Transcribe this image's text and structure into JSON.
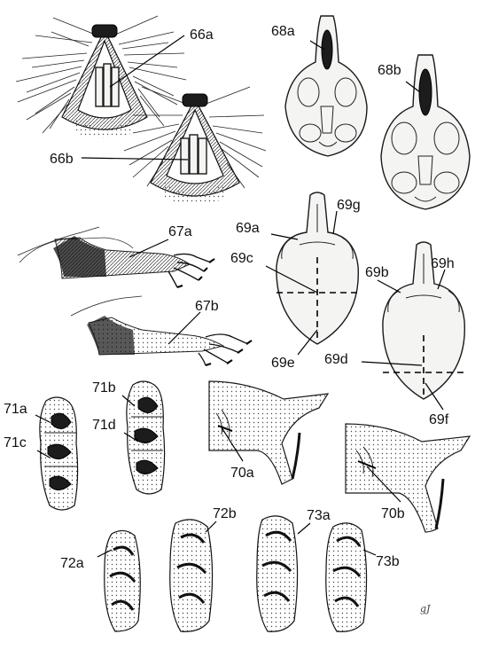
{
  "figure": {
    "labels": {
      "66a": "66a",
      "66b": "66b",
      "67a": "67a",
      "67b": "67b",
      "68a": "68a",
      "68b": "68b",
      "69a": "69a",
      "69b": "69b",
      "69c": "69c",
      "69d": "69d",
      "69e": "69e",
      "69f": "69f",
      "69g": "69g",
      "69h": "69h",
      "70a": "70a",
      "70b": "70b",
      "71a": "71a",
      "71b": "71b",
      "71c": "71c",
      "71d": "71d",
      "72a": "72a",
      "72b": "72b",
      "73a": "73a",
      "73b": "73b"
    },
    "signature": "gJ"
  }
}
